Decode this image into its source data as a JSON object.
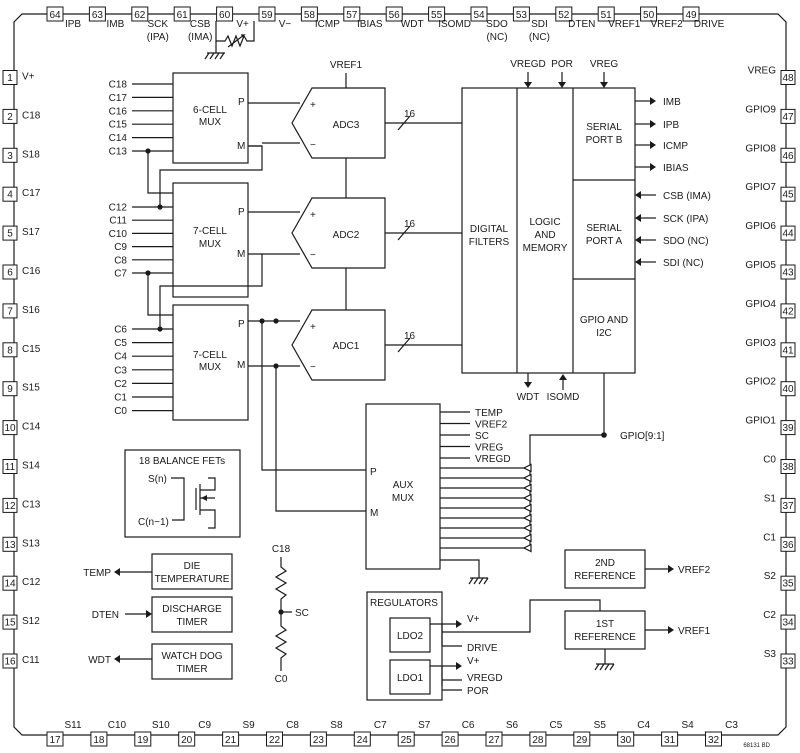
{
  "top_pins": [
    {
      "num": "64",
      "label": "IPB",
      "sub": ""
    },
    {
      "num": "63",
      "label": "IMB",
      "sub": ""
    },
    {
      "num": "62",
      "label": "SCK",
      "sub": "(IPA)"
    },
    {
      "num": "61",
      "label": "CSB",
      "sub": "(IMA)"
    },
    {
      "num": "60",
      "label": "V+",
      "sub": ""
    },
    {
      "num": "59",
      "label": "V−",
      "sub": ""
    },
    {
      "num": "58",
      "label": "ICMP",
      "sub": ""
    },
    {
      "num": "57",
      "label": "IBIAS",
      "sub": ""
    },
    {
      "num": "56",
      "label": "WDT",
      "sub": ""
    },
    {
      "num": "55",
      "label": "ISOMD",
      "sub": ""
    },
    {
      "num": "54",
      "label": "SDO",
      "sub": "(NC)"
    },
    {
      "num": "53",
      "label": "SDI",
      "sub": "(NC)"
    },
    {
      "num": "52",
      "label": "DTEN",
      "sub": ""
    },
    {
      "num": "51",
      "label": "VREF1",
      "sub": ""
    },
    {
      "num": "50",
      "label": "VREF2",
      "sub": ""
    },
    {
      "num": "49",
      "label": "DRIVE",
      "sub": ""
    }
  ],
  "left_pins": [
    {
      "num": "1",
      "label": "V+"
    },
    {
      "num": "2",
      "label": "C18"
    },
    {
      "num": "3",
      "label": "S18"
    },
    {
      "num": "4",
      "label": "C17"
    },
    {
      "num": "5",
      "label": "S17"
    },
    {
      "num": "6",
      "label": "C16"
    },
    {
      "num": "7",
      "label": "S16"
    },
    {
      "num": "8",
      "label": "C15"
    },
    {
      "num": "9",
      "label": "S15"
    },
    {
      "num": "10",
      "label": "C14"
    },
    {
      "num": "11",
      "label": "S14"
    },
    {
      "num": "12",
      "label": "C13"
    },
    {
      "num": "13",
      "label": "S13"
    },
    {
      "num": "14",
      "label": "C12"
    },
    {
      "num": "15",
      "label": "S12"
    },
    {
      "num": "16",
      "label": "C11"
    }
  ],
  "right_pins": [
    {
      "num": "48",
      "label": "VREG"
    },
    {
      "num": "47",
      "label": "GPIO9"
    },
    {
      "num": "46",
      "label": "GPIO8"
    },
    {
      "num": "45",
      "label": "GPIO7"
    },
    {
      "num": "44",
      "label": "GPIO6"
    },
    {
      "num": "43",
      "label": "GPIO5"
    },
    {
      "num": "42",
      "label": "GPIO4"
    },
    {
      "num": "41",
      "label": "GPIO3"
    },
    {
      "num": "40",
      "label": "GPIO2"
    },
    {
      "num": "39",
      "label": "GPIO1"
    },
    {
      "num": "38",
      "label": "C0"
    },
    {
      "num": "37",
      "label": "S1"
    },
    {
      "num": "36",
      "label": "C1"
    },
    {
      "num": "35",
      "label": "S2"
    },
    {
      "num": "34",
      "label": "C2"
    },
    {
      "num": "33",
      "label": "S3"
    }
  ],
  "bottom_pins": [
    {
      "num": "17",
      "label": "S11"
    },
    {
      "num": "18",
      "label": "C10"
    },
    {
      "num": "19",
      "label": "S10"
    },
    {
      "num": "20",
      "label": "C9"
    },
    {
      "num": "21",
      "label": "S9"
    },
    {
      "num": "22",
      "label": "C8"
    },
    {
      "num": "23",
      "label": "S8"
    },
    {
      "num": "24",
      "label": "C7"
    },
    {
      "num": "25",
      "label": "S7"
    },
    {
      "num": "26",
      "label": "C6"
    },
    {
      "num": "27",
      "label": "S6"
    },
    {
      "num": "28",
      "label": "C5"
    },
    {
      "num": "29",
      "label": "S5"
    },
    {
      "num": "30",
      "label": "C4"
    },
    {
      "num": "31",
      "label": "S4"
    },
    {
      "num": "32",
      "label": "C3"
    }
  ],
  "mux_top": {
    "line1": "6-CELL",
    "line2": "MUX",
    "inputs": [
      "C18",
      "C17",
      "C16",
      "C15",
      "C14",
      "C13"
    ]
  },
  "mux_mid": {
    "line1": "7-CELL",
    "line2": "MUX",
    "inputs": [
      "C12",
      "C11",
      "C10",
      "C9",
      "C8",
      "C7"
    ]
  },
  "mux_bot": {
    "line1": "7-CELL",
    "line2": "MUX",
    "inputs": [
      "C6",
      "C5",
      "C4",
      "C3",
      "C2",
      "C1",
      "C0"
    ]
  },
  "port_p": "P",
  "port_m": "M",
  "adcs": [
    {
      "label": "ADC3"
    },
    {
      "label": "ADC2"
    },
    {
      "label": "ADC1"
    }
  ],
  "plus_sign": "+",
  "minus_sign": "−",
  "bus_width": "16",
  "vref1_label": "VREF1",
  "digital_filters": {
    "line1": "DIGITAL",
    "line2": "FILTERS"
  },
  "logic_memory": {
    "line1": "LOGIC",
    "line2": "AND",
    "line3": "MEMORY"
  },
  "serial_b": {
    "line1": "SERIAL",
    "line2": "PORT B",
    "signals": [
      "IMB",
      "IPB",
      "ICMP",
      "IBIAS"
    ]
  },
  "serial_a": {
    "line1": "SERIAL",
    "line2": "PORT A",
    "signals": [
      "CSB (IMA)",
      "SCK (IPA)",
      "SDO (NC)",
      "SDI (NC)"
    ]
  },
  "gpio_block": {
    "line1": "GPIO AND",
    "line2": "I2C"
  },
  "top_signals": {
    "vregd": "VREGD",
    "por": "POR",
    "vreg": "VREG"
  },
  "wdt_out": "WDT",
  "isomd_in": "ISOMD",
  "gpio_bus": "GPIO[9:1]",
  "aux_mux": {
    "line1": "AUX",
    "line2": "MUX",
    "p": "P",
    "m": "M",
    "inputs": [
      "TEMP",
      "VREF2",
      "SC",
      "VREG",
      "VREGD"
    ]
  },
  "balance": {
    "title": "18 BALANCE FETs",
    "sn": "S(n)",
    "cn1": "C(n−1)"
  },
  "die_temp": {
    "line1": "DIE",
    "line2": "TEMPERATURE",
    "signal": "TEMP"
  },
  "discharge": {
    "line1": "DISCHARGE",
    "line2": "TIMER",
    "signal": "DTEN"
  },
  "watchdog": {
    "line1": "WATCH DOG",
    "line2": "TIMER",
    "signal": "WDT"
  },
  "divider": {
    "top": "C18",
    "mid": "SC",
    "bottom": "C0"
  },
  "regulators": {
    "title": "REGULATORS",
    "ldo2": "LDO2",
    "ldo1": "LDO1",
    "ldo2_pins": [
      "V+",
      "DRIVE"
    ],
    "ldo1_pins": [
      "V+",
      "VREGD",
      "POR"
    ]
  },
  "ref2": {
    "line1": "2ND",
    "line2": "REFERENCE",
    "out": "VREF2"
  },
  "ref1": {
    "line1": "1ST",
    "line2": "REFERENCE",
    "out": "VREF1"
  },
  "fig_code": "68131 BD"
}
